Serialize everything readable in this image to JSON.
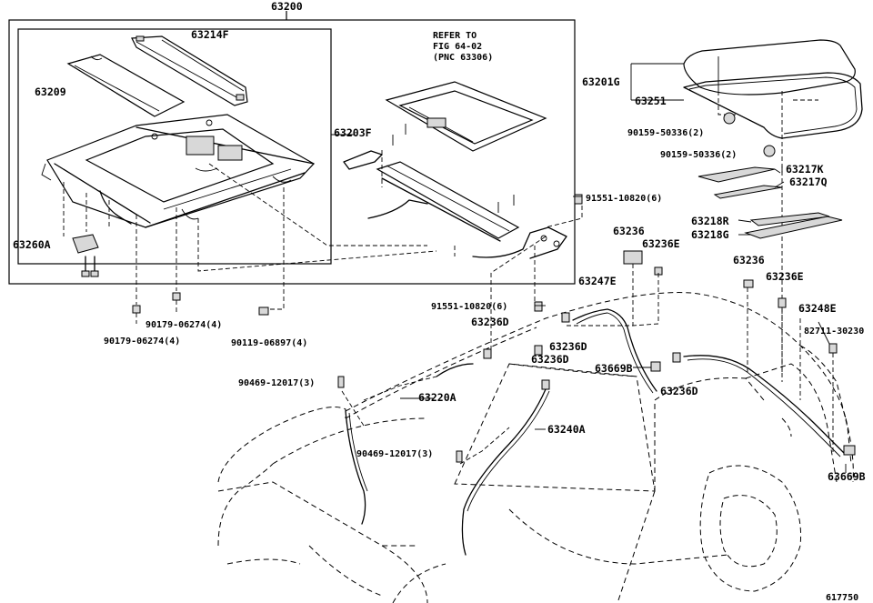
{
  "labels": {
    "assy": "63200",
    "p63214F": "63214F",
    "p63209": "63209",
    "p63203F": "63203F",
    "refer": [
      "REFER TO",
      "FIG 64-02",
      "(PNC 63306)"
    ],
    "p63260A": "63260A",
    "p90179_a": "90179-06274(4)",
    "p90179_b": "90179-06274(4)",
    "p90119": "90119-06897(4)",
    "p63201G": "63201G",
    "p63251": "63251",
    "p90159_a": "90159-50336(2)",
    "p90159_b": "90159-50336(2)",
    "p63217K": "63217K",
    "p63217Q": "63217Q",
    "p91551_a": "91551-10820(6)",
    "p63218R": "63218R",
    "p63218G": "63218G",
    "p63236_a": "63236",
    "p63236E_a": "63236E",
    "p63236_b": "63236",
    "p63236E_b": "63236E",
    "p63247E": "63247E",
    "p91551_b": "91551-10820(6)",
    "p63236D_a": "63236D",
    "p63236D_b": "63236D",
    "p63236D_c": "63236D",
    "p63236D_d": "63236D",
    "p63669B_a": "63669B",
    "p63669B_b": "63669B",
    "p63248E": "63248E",
    "p82711": "82711-30230",
    "p90469_a": "90469-12017(3)",
    "p90469_b": "90469-12017(3)",
    "p63220A": "63220A",
    "p63240A": "63240A",
    "figno": "617750"
  }
}
